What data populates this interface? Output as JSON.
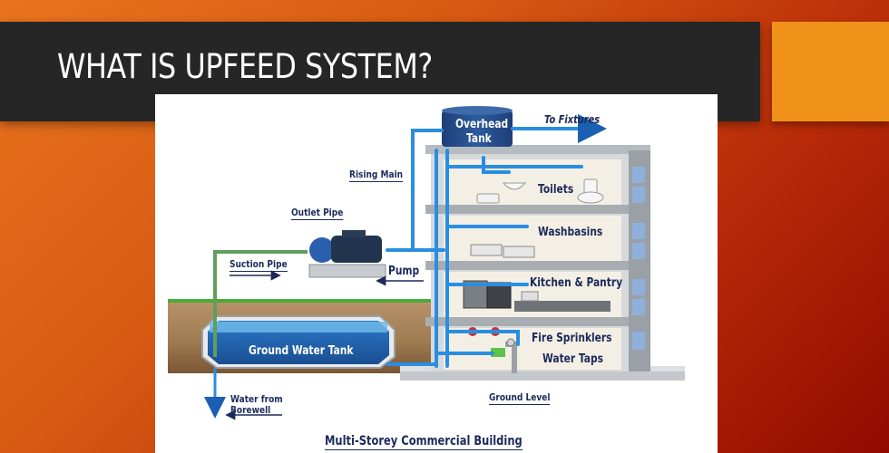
{
  "slide": {
    "title": "WHAT IS UPFEED SYSTEM?",
    "colors": {
      "background_start": "#e8741f",
      "background_end": "#920a00",
      "title_bar": "#262626",
      "accent_box": "#f0921a",
      "title_text": "#ffffff"
    }
  },
  "diagram": {
    "caption": "Multi-Storey Commercial Building",
    "colors": {
      "label_text": "#1b2a5a",
      "pipe_blue": "#2a8ee0",
      "suction_pipe_green": "#5e9e5e",
      "tank_water": "#1f5fa8",
      "building_wall": "#c8ccd0",
      "floor_interior": "#f4efe4",
      "window": "#8fb0dc",
      "sprinkler_red": "#c8303a",
      "soil": "#a07c52",
      "grass": "#4caa3a"
    },
    "components": {
      "overhead_tank": "Overhead\nTank",
      "overhead_tank_line1": "Overhead",
      "overhead_tank_line2": "Tank",
      "to_fixtures": "To Fixtures",
      "rising_main": "Rising Main",
      "outlet_pipe": "Outlet Pipe",
      "suction_pipe": "Suction Pipe",
      "pump": "Pump",
      "ground_water_tank": "Ground Water Tank",
      "water_from_borewell_line1": "Water from",
      "water_from_borewell_line2": "Borewell",
      "ground_level": "Ground Level"
    },
    "floors": [
      {
        "label": "Toilets"
      },
      {
        "label": "Washbasins"
      },
      {
        "label": "Kitchen & Pantry"
      },
      {
        "label": "Fire Sprinklers"
      },
      {
        "label": "Water Taps"
      }
    ]
  }
}
